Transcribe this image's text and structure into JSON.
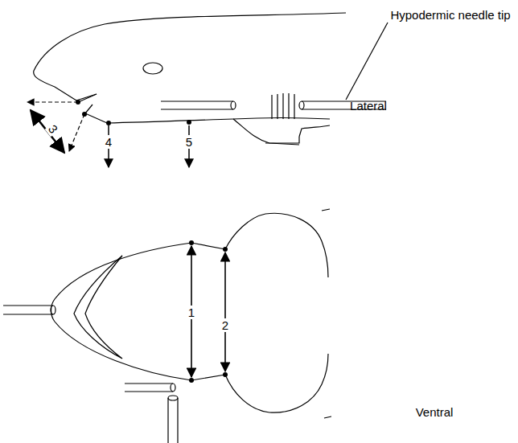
{
  "diagram": {
    "labels": [
      "Hypodermic needle tip",
      "Lateral",
      "Ventral",
      "1",
      "2",
      "3",
      "4",
      "5"
    ]
  }
}
